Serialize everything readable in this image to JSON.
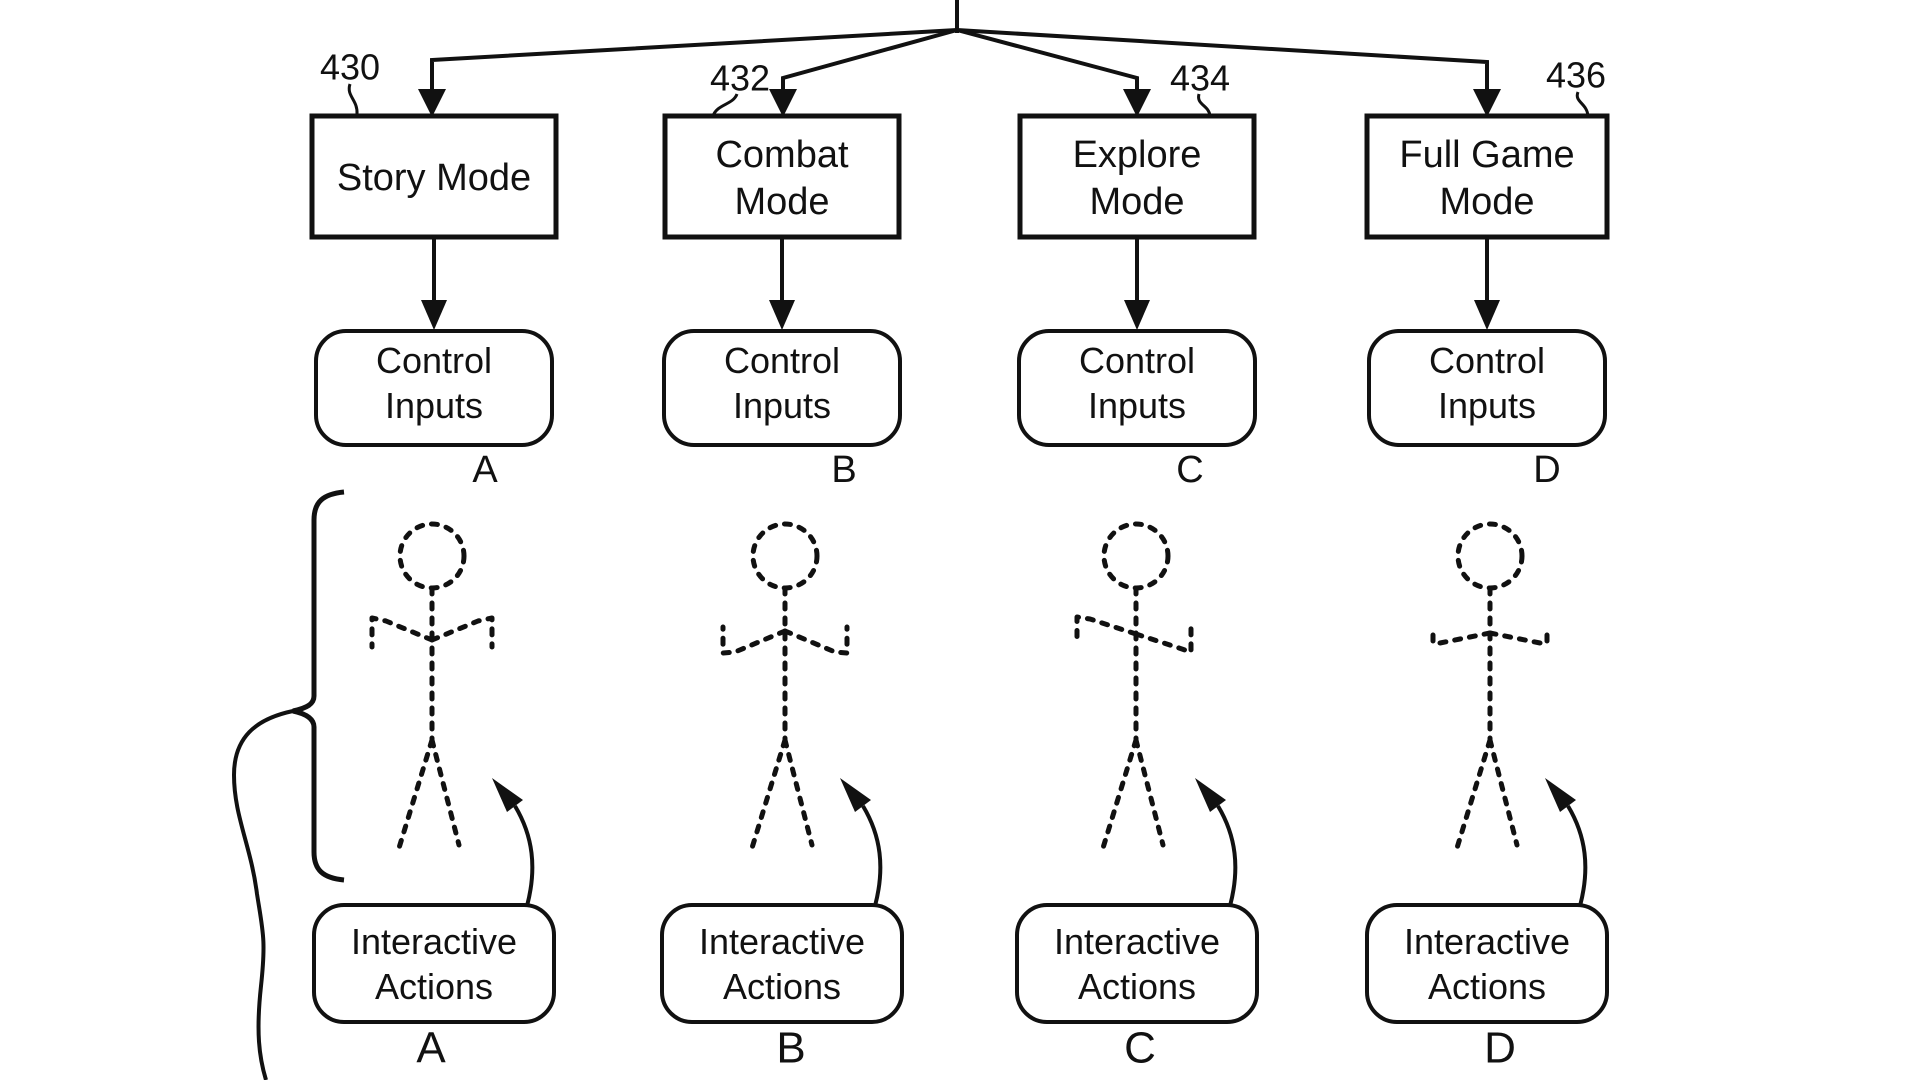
{
  "colors": {
    "ink": "#111111",
    "background": "#ffffff"
  },
  "diagram": {
    "description": "Patent-style flowchart: four game modes fan out from a parent line; each mode feeds Control Inputs, and Interactive Actions point to dashed stick figures grouped by a curly brace.",
    "columns": [
      {
        "ref": "430",
        "mode_lines": [
          "Story Mode"
        ],
        "control_lines": [
          "Control",
          "Inputs"
        ],
        "control_letter": "A",
        "interactive_lines": [
          "Interactive",
          "Actions"
        ],
        "interactive_letter": "A",
        "figure_pose": "arms raised outward, hands hooked down"
      },
      {
        "ref": "432",
        "mode_lines": [
          "Combat",
          "Mode"
        ],
        "control_lines": [
          "Control",
          "Inputs"
        ],
        "control_letter": "B",
        "interactive_lines": [
          "Interactive",
          "Actions"
        ],
        "interactive_letter": "B",
        "figure_pose": "arms lowered outward, hands hooked up"
      },
      {
        "ref": "434",
        "mode_lines": [
          "Explore",
          "Mode"
        ],
        "control_lines": [
          "Control",
          "Inputs"
        ],
        "control_letter": "C",
        "interactive_lines": [
          "Interactive",
          "Actions"
        ],
        "interactive_letter": "C",
        "figure_pose": "left arm raised, right arm lowered"
      },
      {
        "ref": "436",
        "mode_lines": [
          "Full Game",
          "Mode"
        ],
        "control_lines": [
          "Control",
          "Inputs"
        ],
        "control_letter": "D",
        "interactive_lines": [
          "Interactive",
          "Actions"
        ],
        "interactive_letter": "D",
        "figure_pose": "arms horizontal, hands hooked up"
      }
    ]
  }
}
